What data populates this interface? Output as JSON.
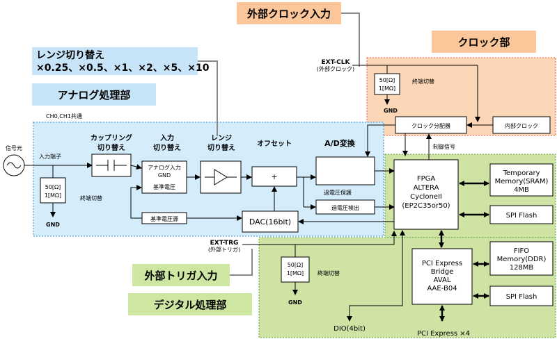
{
  "callouts": {
    "range_switch_line1": "レンジ切り替え",
    "range_switch_line2": "×0.25、×0.5、×1、×2、×5、×10",
    "ext_clock_input": "外部クロック入力",
    "clock_section": "クロック部",
    "analog_section": "アナログ処理部",
    "ext_trigger_input": "外部トリガ入力",
    "digital_section": "デジタル処理部"
  },
  "analog": {
    "channels_note": "CH0,CH1共通",
    "signal_source": "信号元",
    "input_terminal": "入力端子",
    "termination_res_line1": "50[Ω]",
    "termination_res_line2": "1[MΩ]",
    "termination_switch": "終端切替",
    "gnd": "GND",
    "coupling_header_line1": "カップリング",
    "coupling_header_line2": "切り替え",
    "input_switch_header_line1": "入力",
    "input_switch_header_line2": "切り替え",
    "input_opt_analog": "アナログ入力",
    "input_opt_gnd": "GND",
    "input_opt_ref": "基準電圧",
    "range_header_line1": "レンジ",
    "range_header_line2": "切り替え",
    "offset_header": "オフセット",
    "adc_header": "A/D変換",
    "adder_symbol": "+",
    "overvoltage_protect": "過電圧保護",
    "overvoltage_detect": "過電圧検出",
    "ref_voltage_source": "基準電圧源",
    "dac": "DAC(16bit)"
  },
  "clock": {
    "ext_clk_line1": "EXT-CLK",
    "ext_clk_line2": "(外部クロック)",
    "termination_res_line1": "50[Ω]",
    "termination_res_line2": "1[MΩ]",
    "termination_switch": "終端切替",
    "gnd": "GND",
    "distributor": "クロック分配器",
    "internal_clock": "内部クロック",
    "control_signal": "制御信号"
  },
  "digital": {
    "fpga_line1": "FPGA",
    "fpga_line2": "ALTERA",
    "fpga_line3": "CycloneII",
    "fpga_line4": "(EP2C35or50)",
    "sram_line1": "Temporary",
    "sram_line2": "Memory(SRAM)",
    "sram_line3": "4MB",
    "spi_flash_1": "SPI Flash",
    "pcie_line1": "PCI Express",
    "pcie_line2": "Bridge",
    "pcie_line3": "AVAL",
    "pcie_line4": "AAE-B04",
    "fifo_line1": "FIFO",
    "fifo_line2": "Memory(DDR)",
    "fifo_line3": "128MB",
    "spi_flash_2": "SPI Flash",
    "ext_trg_line1": "EXT-TRG",
    "ext_trg_line2": "(外部トリガ)",
    "termination_res_line1": "50[Ω]",
    "termination_res_line2": "1[MΩ]",
    "termination_switch": "終端切替",
    "gnd": "GND",
    "dio": "DIO(4bit)",
    "pcie_bus": "PCI Express ×4"
  },
  "colors": {
    "analog_bg": "#d5ecfb",
    "analog_border": "#2f8fd8",
    "clock_bg": "#fcd7b7",
    "clock_border": "#e8503c",
    "digital_bg": "#cfe3a5",
    "digital_border": "#58a63d",
    "orange_tag": "#fbc699",
    "green_tag": "#cde6a2",
    "blue_tag": "#c8e4f8"
  }
}
